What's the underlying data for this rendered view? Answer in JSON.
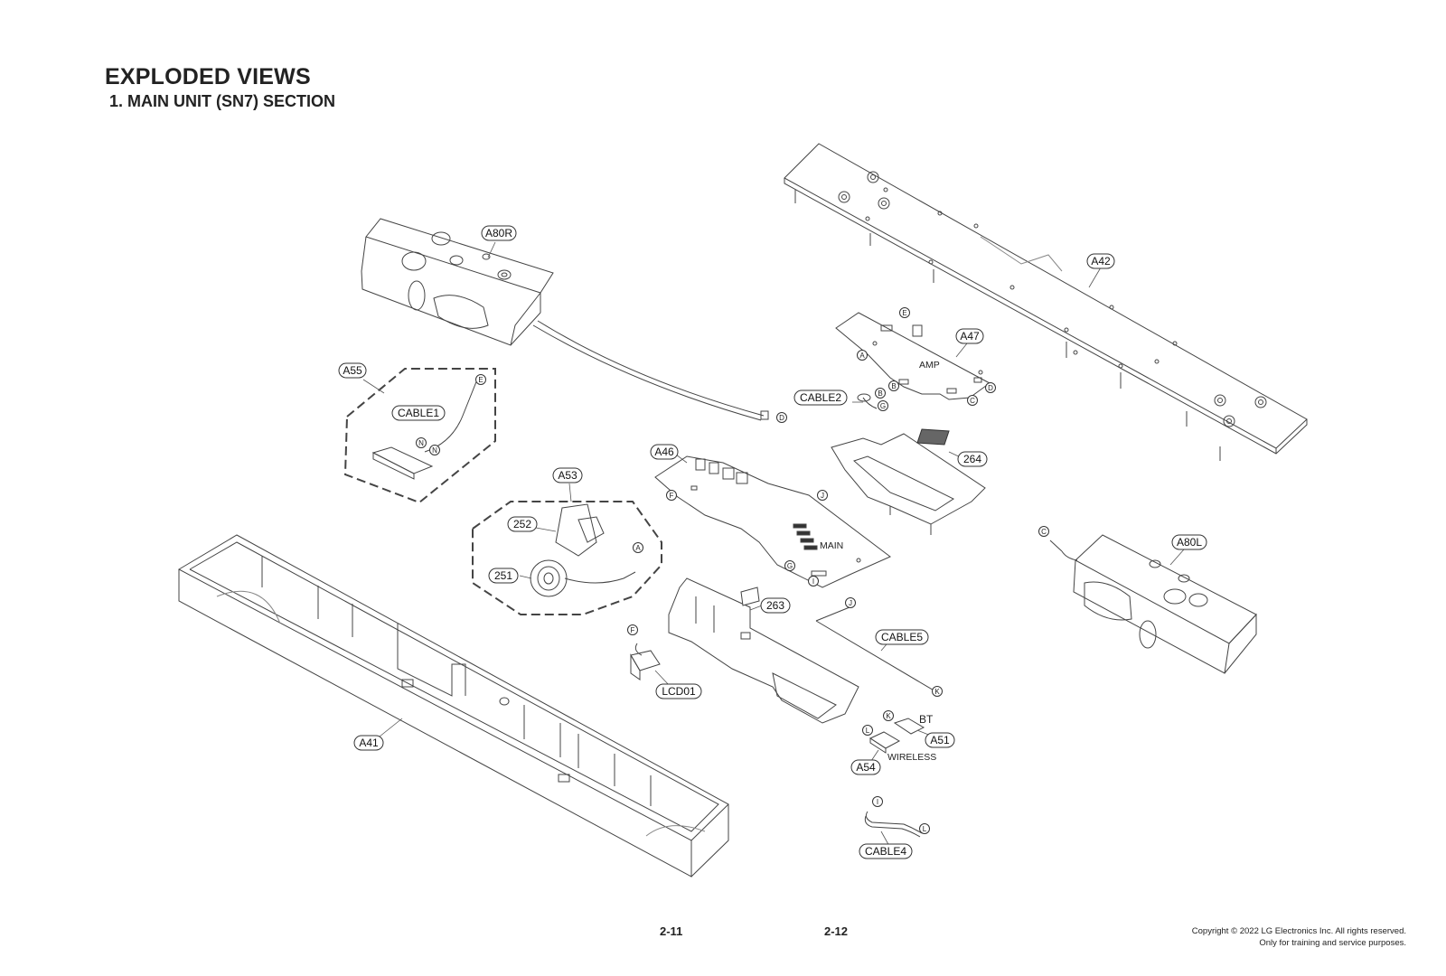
{
  "header": {
    "title": "EXPLODED VIEWS",
    "subtitle": "1. MAIN UNIT (SN7) SECTION"
  },
  "callouts": {
    "a80r": "A80R",
    "a42": "A42",
    "a47": "A47",
    "cable2": "CABLE2",
    "a55": "A55",
    "cable1": "CABLE1",
    "a46": "A46",
    "264": "264",
    "a53": "A53",
    "252": "252",
    "251": "251",
    "263": "263",
    "a80l": "A80L",
    "cable5": "CABLE5",
    "lcd01": "LCD01",
    "a41": "A41",
    "a51": "A51",
    "a54": "A54",
    "cable4": "CABLE4"
  },
  "labels": {
    "amp": "AMP",
    "main": "MAIN",
    "bt": "BT",
    "wireless": "WIRELESS"
  },
  "connectors": {
    "e1": "E",
    "a1": "A",
    "b1": "B",
    "c1": "C",
    "d1": "D",
    "b2": "B",
    "g1": "G",
    "d2": "D",
    "e2": "E",
    "n1": "N",
    "n2": "N",
    "f1": "F",
    "j1": "J",
    "g2": "G",
    "i1": "I",
    "a2": "A",
    "c2": "C",
    "j2": "J",
    "f2": "F",
    "k1": "K",
    "k2": "K",
    "l1": "L",
    "i2": "I",
    "l2": "L"
  },
  "footer": {
    "page_left": "2-11",
    "page_right": "2-12",
    "copyright_1": "Copyright © 2022 LG Electronics Inc. All rights reserved.",
    "copyright_2": "Only for training and service purposes."
  }
}
